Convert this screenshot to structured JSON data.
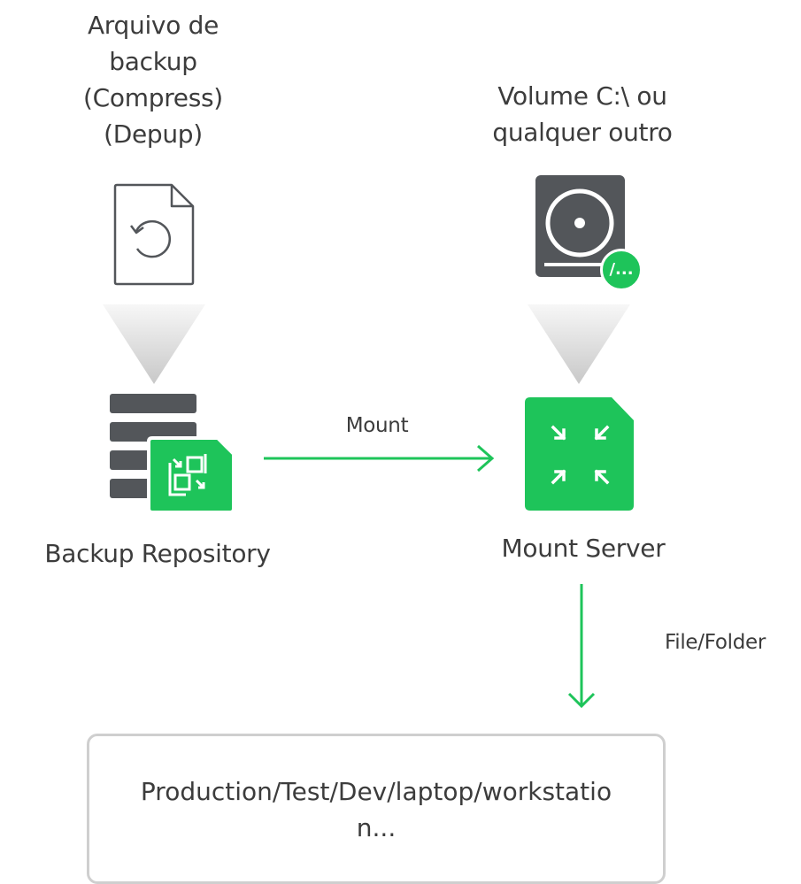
{
  "colors": {
    "accent": "#1ec45a",
    "dark": "#53565a",
    "outline": "#53565a",
    "funnel_top": "#f7f7f7",
    "funnel_bottom": "#cfcfcf",
    "box_border": "#cfcfcf"
  },
  "backup_file": {
    "label": "Arquivo de\nbackup\n(Compress)\n(Depup)",
    "icon": "backup-file-icon"
  },
  "volume": {
    "label": "Volume C:\\ ou\nqualquer outro",
    "icon": "disk-icon",
    "badge": "/..."
  },
  "repository": {
    "label": "Backup Repository",
    "icon": "backup-repository-icon"
  },
  "mount_server": {
    "label": "Mount Server",
    "icon": "mount-server-icon"
  },
  "arrows": {
    "mount_label": "Mount",
    "file_folder_label": "File/Folder"
  },
  "destination": {
    "text": "Production/Test/Dev/laptop/workstation..."
  }
}
